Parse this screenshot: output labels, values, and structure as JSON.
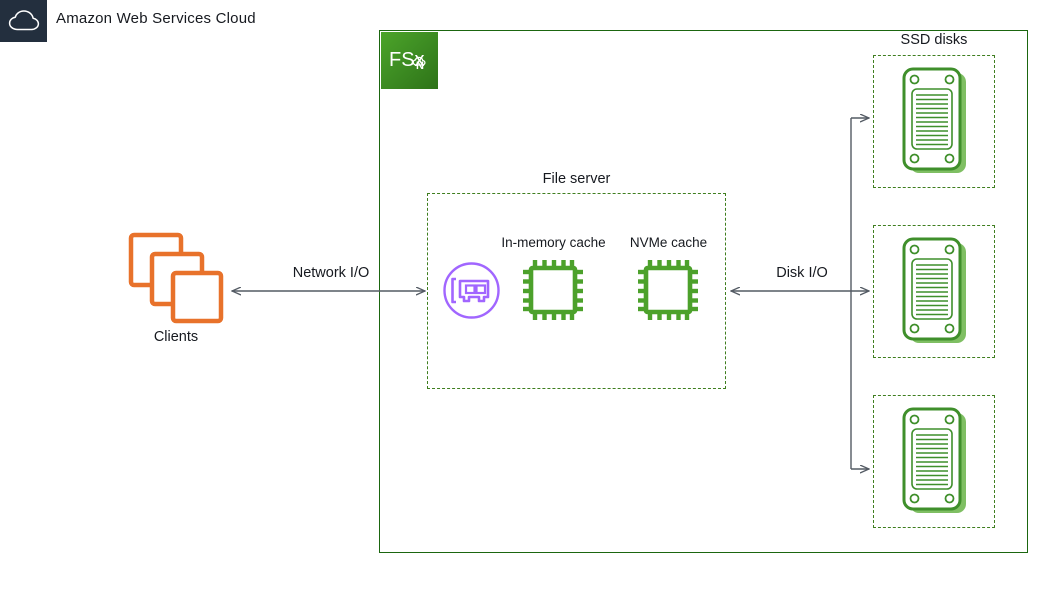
{
  "header": {
    "cloud_icon": "cloud-icon",
    "title": "Amazon Web Services Cloud",
    "badge_color": "#232F3E",
    "boundary_color": "#1B660F"
  },
  "service_logo": {
    "name": "fsx-for-netapp-ontap-logo",
    "text": "FSx",
    "sub_glyph": "N",
    "color_from": "#4CA429",
    "color_to": "#2E7318"
  },
  "clients": {
    "label": "Clients",
    "icon": "clients-stacked-squares-icon",
    "color": "#E8722B"
  },
  "file_server": {
    "label": "File server",
    "border_color": "#3F7E1F",
    "node_icon": "file-server-card-icon",
    "node_color": "#A166FF",
    "caches": [
      {
        "label": "In-memory cache",
        "icon": "chip-icon",
        "color": "#4CA12B"
      },
      {
        "label": "NVMe cache",
        "icon": "chip-icon",
        "color": "#4CA12B"
      }
    ]
  },
  "storage": {
    "title": "SSD disks",
    "border_color": "#3F7E1F",
    "disk_icon": "ssd-disk-icon",
    "disk_color": "#3F8F2B",
    "disks": [
      {
        "name": "ssd-disk-1"
      },
      {
        "name": "ssd-disk-2"
      },
      {
        "name": "ssd-disk-3"
      }
    ]
  },
  "connectors": [
    {
      "name": "network-io-arrow",
      "label": "Network I/O",
      "direction": "bidirectional",
      "color": "#545B64"
    },
    {
      "name": "disk-io-arrow",
      "label": "Disk I/O",
      "direction": "bidirectional",
      "color": "#545B64"
    }
  ]
}
